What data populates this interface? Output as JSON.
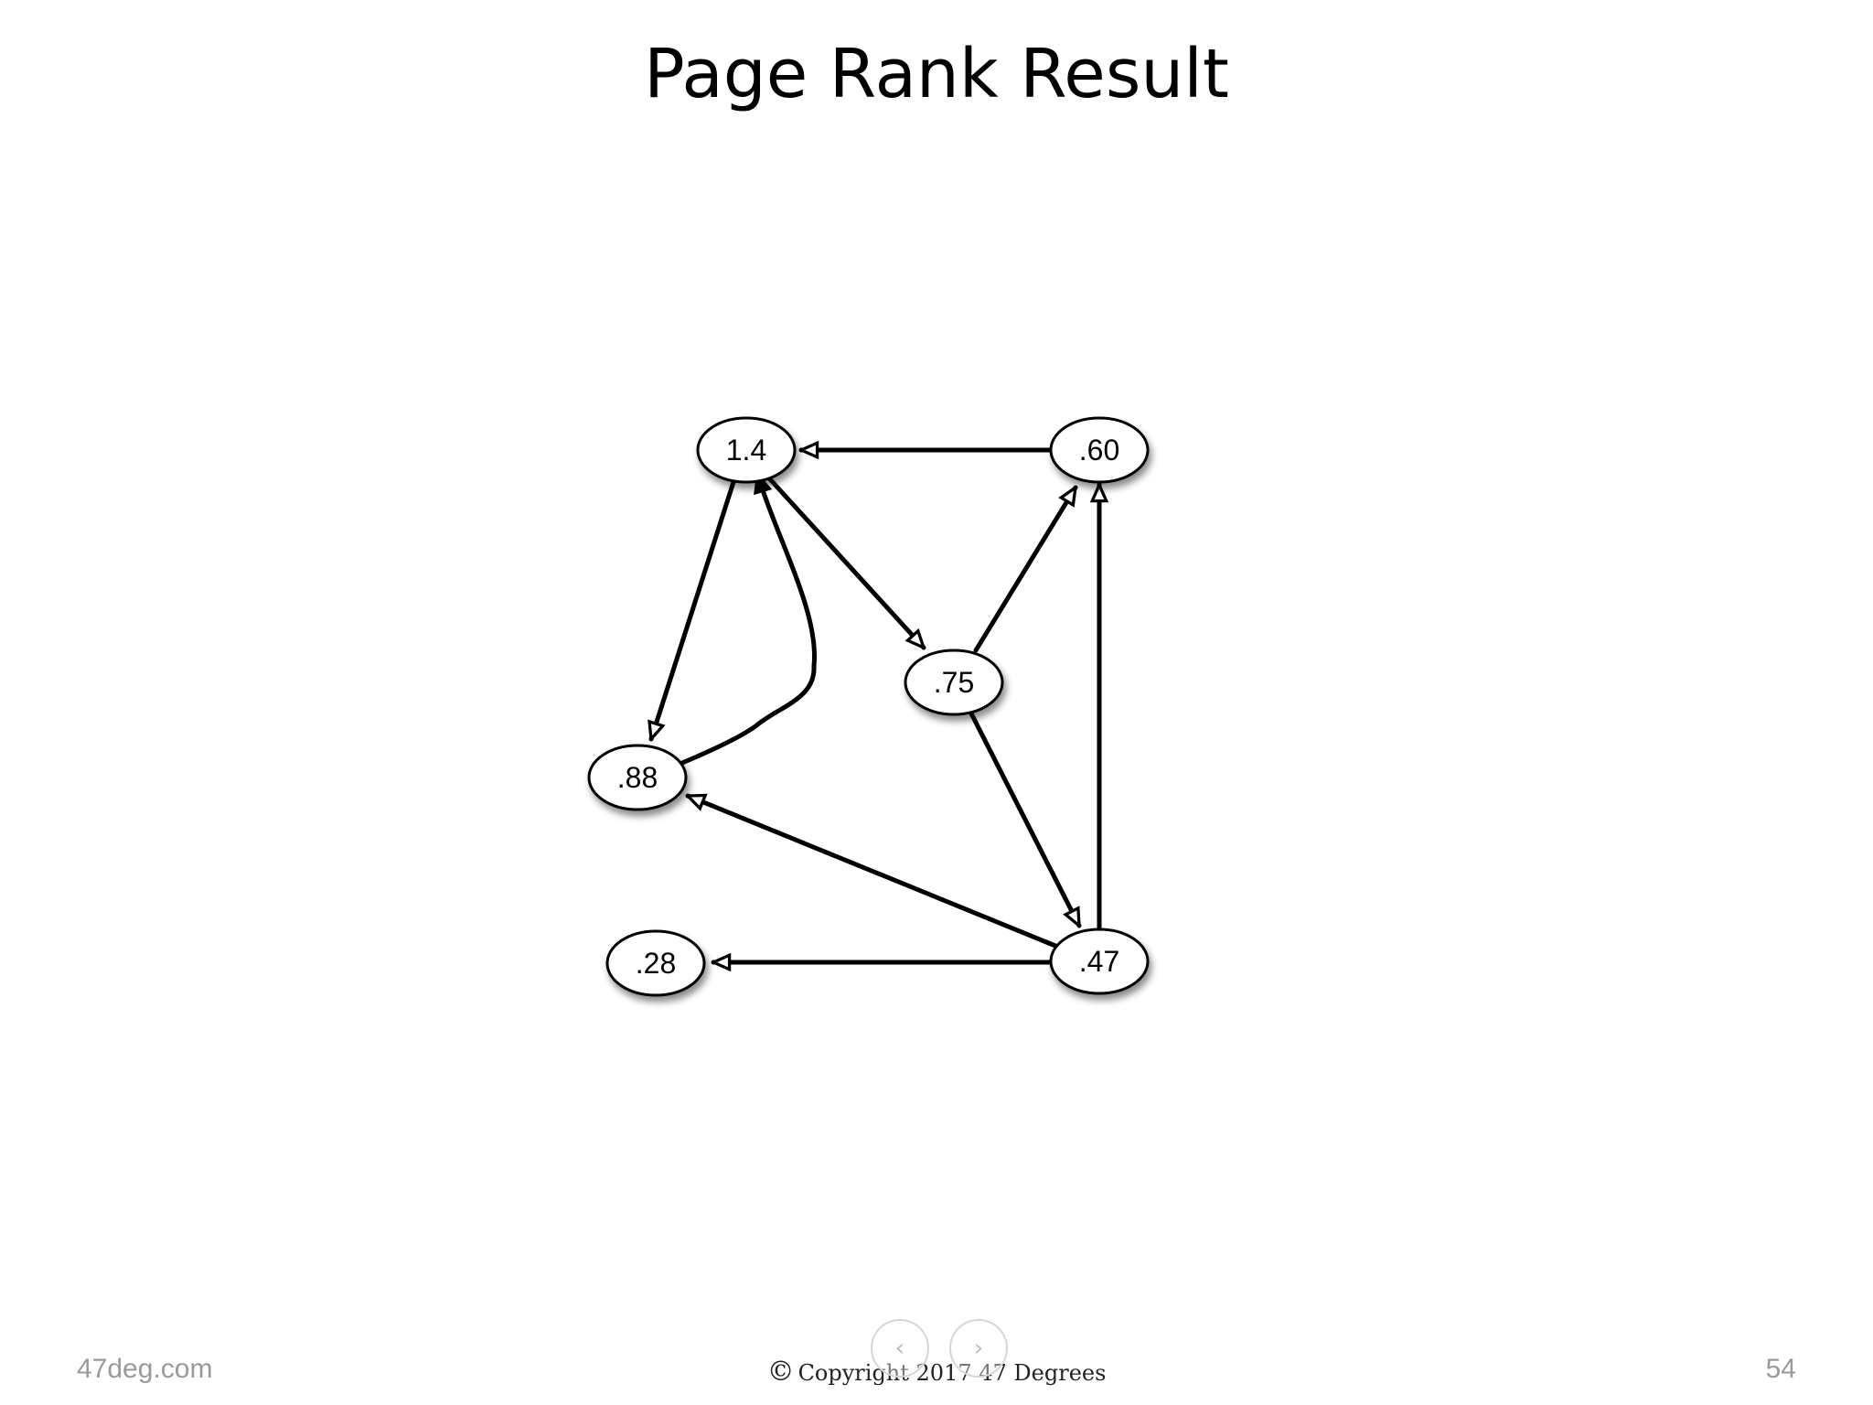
{
  "slide": {
    "title": "Page Rank Result",
    "footer_left": "47deg.com",
    "footer_center": "Copyright 2017  47 Degrees",
    "copyright_symbol": "©",
    "page_number": "54"
  },
  "navigation": {
    "prev_icon": "‹",
    "next_icon": "›",
    "prev_icon_name": "chevron-left-icon",
    "next_icon_name": "chevron-right-icon"
  },
  "graph": {
    "nodes": [
      {
        "id": "a",
        "label": "1.4"
      },
      {
        "id": "b",
        "label": ".60"
      },
      {
        "id": "c",
        "label": ".75"
      },
      {
        "id": "d",
        "label": ".88"
      },
      {
        "id": "e",
        "label": ".28"
      },
      {
        "id": "f",
        "label": ".47"
      }
    ],
    "edges": [
      {
        "from": "b",
        "to": "a"
      },
      {
        "from": "a",
        "to": "c"
      },
      {
        "from": "a",
        "to": "d"
      },
      {
        "from": "d",
        "to": "a"
      },
      {
        "from": "c",
        "to": "b"
      },
      {
        "from": "c",
        "to": "f"
      },
      {
        "from": "f",
        "to": "b"
      },
      {
        "from": "f",
        "to": "d"
      },
      {
        "from": "f",
        "to": "e"
      }
    ]
  }
}
